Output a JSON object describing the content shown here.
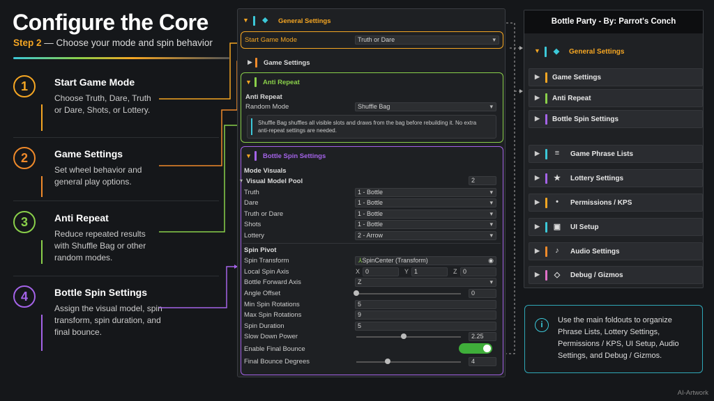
{
  "header": {
    "title": "Configure the Core",
    "step_label": "Step 2",
    "subtitle": "— Choose your mode and spin behavior"
  },
  "steps": [
    {
      "num": "1",
      "title": "Start Game Mode",
      "desc": "Choose Truth, Dare, Truth or Dare, Shots, or Lottery.",
      "color": "#f5a623"
    },
    {
      "num": "2",
      "title": "Game Settings",
      "desc": "Set wheel behavior and general play options.",
      "color": "#f08a2a"
    },
    {
      "num": "3",
      "title": "Anti Repeat",
      "desc": "Reduce repeated results with Shuffle Bag or other random modes.",
      "color": "#8ad04a"
    },
    {
      "num": "4",
      "title": "Bottle Spin Settings",
      "desc": "Assign the visual model, spin transform, spin duration, and final bounce.",
      "color": "#a463e8"
    }
  ],
  "inspector": {
    "general": {
      "title": "General Settings",
      "start_label": "Start Game Mode",
      "start_value": "Truth or Dare"
    },
    "game_settings": "Game Settings",
    "anti_repeat": {
      "title": "Anti Repeat",
      "section": "Anti Repeat",
      "random_label": "Random Mode",
      "random_value": "Shuffle Bag",
      "help": "Shuffle Bag shuffles all visible slots and draws from the bag before rebuilding it. No extra anti-repeat settings are needed."
    },
    "bottle": {
      "title": "Bottle Spin Settings",
      "mode_visuals": "Mode Visuals",
      "pool_label": "Visual Model Pool",
      "pool_count": "2",
      "modes": [
        {
          "label": "Truth",
          "value": "1 - Bottle"
        },
        {
          "label": "Dare",
          "value": "1 - Bottle"
        },
        {
          "label": "Truth or Dare",
          "value": "1 - Bottle"
        },
        {
          "label": "Shots",
          "value": "1 - Bottle"
        },
        {
          "label": "Lottery",
          "value": "2 - Arrow"
        }
      ],
      "spin_pivot": "Spin Pivot",
      "spin_transform_label": "Spin Transform",
      "spin_transform_value": "SpinCenter (Transform)",
      "local_axis_label": "Local Spin Axis",
      "axis": {
        "x_label": "X",
        "x": "0",
        "y_label": "Y",
        "y": "1",
        "z_label": "Z",
        "z": "0"
      },
      "forward_label": "Bottle Forward Axis",
      "forward_value": "Z",
      "angle_label": "Angle Offset",
      "angle_value": "0",
      "angle_fraction": 0,
      "min_label": "Min Spin Rotations",
      "min_value": "5",
      "max_label": "Max Spin Rotations",
      "max_value": "9",
      "duration_label": "Spin Duration",
      "duration_value": "5",
      "slow_label": "Slow Down Power",
      "slow_value": "2.25",
      "slow_fraction": 0.45,
      "bounce_label": "Enable Final Bounce",
      "bounce_enabled": true,
      "bounce_deg_label": "Final Bounce Degrees",
      "bounce_deg_value": "4",
      "bounce_deg_fraction": 0.3
    }
  },
  "right_panel": {
    "title": "Bottle Party - By: Parrot's Conch",
    "items": [
      {
        "label": "General Settings",
        "color": "#3cc8d8",
        "icon": "diamond-icon",
        "glyph": "◆",
        "expanded": true
      },
      {
        "label": "Game Settings",
        "color": "#f5a623",
        "icon": "",
        "glyph": ""
      },
      {
        "label": "Anti Repeat",
        "color": "#8ad04a",
        "icon": "",
        "glyph": ""
      },
      {
        "label": "Bottle Spin Settings",
        "color": "#a463e8",
        "icon": "",
        "glyph": ""
      },
      {
        "label": "Game Phrase Lists",
        "color": "#3cc8d8",
        "icon": "list-icon",
        "glyph": "≡"
      },
      {
        "label": "Lottery Settings",
        "color": "#a463e8",
        "icon": "star-icon",
        "glyph": "★"
      },
      {
        "label": "Permissions / KPS",
        "color": "#f5a623",
        "icon": "dot-icon",
        "glyph": "•"
      },
      {
        "label": "UI Setup",
        "color": "#3cc8d8",
        "icon": "frame-icon",
        "glyph": "▣"
      },
      {
        "label": "Audio Settings",
        "color": "#f08a2a",
        "icon": "music-note-icon",
        "glyph": "♪"
      },
      {
        "label": "Debug / Gizmos",
        "color": "#e070c8",
        "icon": "diamond-outline-icon",
        "glyph": "◇"
      }
    ]
  },
  "info": {
    "icon": "info-icon",
    "text": "Use the main foldouts to organize Phrase Lists, Lottery Settings, Permissions / KPS, UI Setup, Audio Settings, and Debug / Gizmos."
  },
  "watermark": "AI-Artwork"
}
